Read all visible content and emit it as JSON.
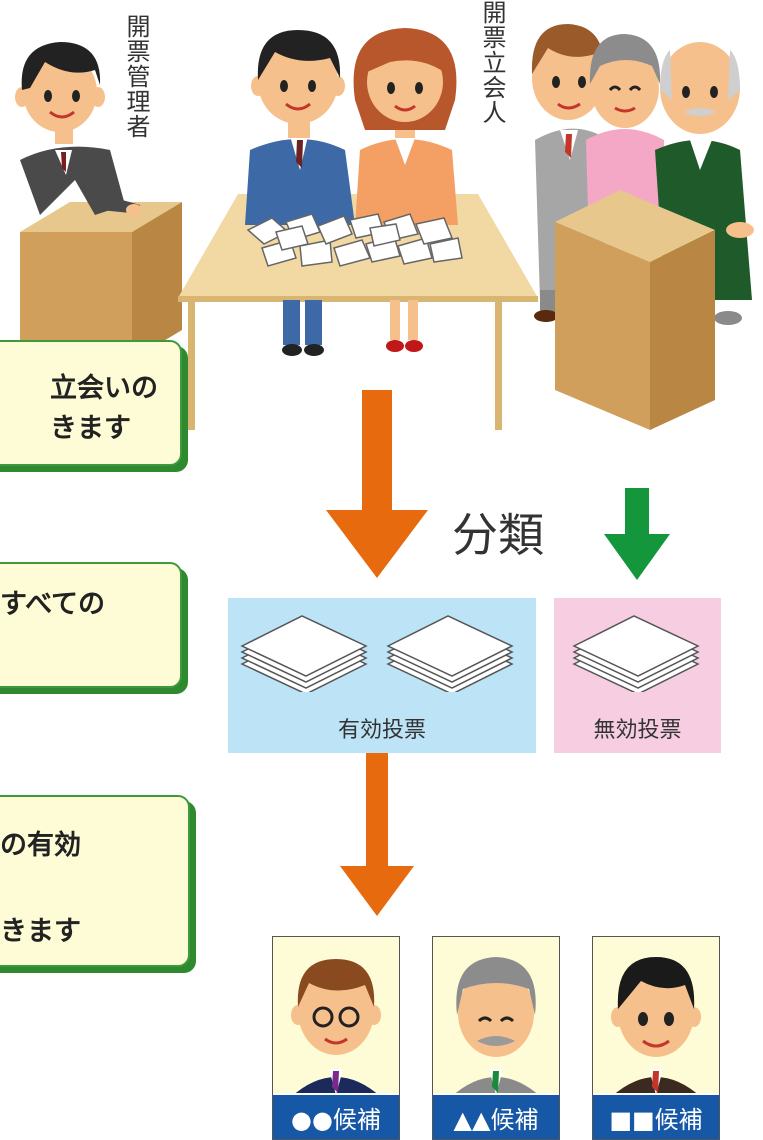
{
  "labels": {
    "counting_manager": "開票管理者",
    "counting_witness": "開票立会人"
  },
  "callouts": [
    {
      "line1": "立会いの",
      "line2": "きます"
    },
    {
      "line1": "すべての"
    },
    {
      "line1": "の有効",
      "line2": "きます"
    }
  ],
  "classify_label": "分類",
  "categories": {
    "valid": "有効投票",
    "invalid": "無効投票"
  },
  "candidates": [
    {
      "label": "●●候補"
    },
    {
      "label": "▲▲候補"
    },
    {
      "label": "■■候補"
    }
  ],
  "colors": {
    "orange_arrow": "#e86a0e",
    "green_arrow": "#14973c",
    "valid_bg": "#bde3f7",
    "invalid_bg": "#f6cde1",
    "callout_bg": "#fefcd6",
    "callout_border": "#3c9a3c",
    "candidate_bar": "#1657a6"
  }
}
